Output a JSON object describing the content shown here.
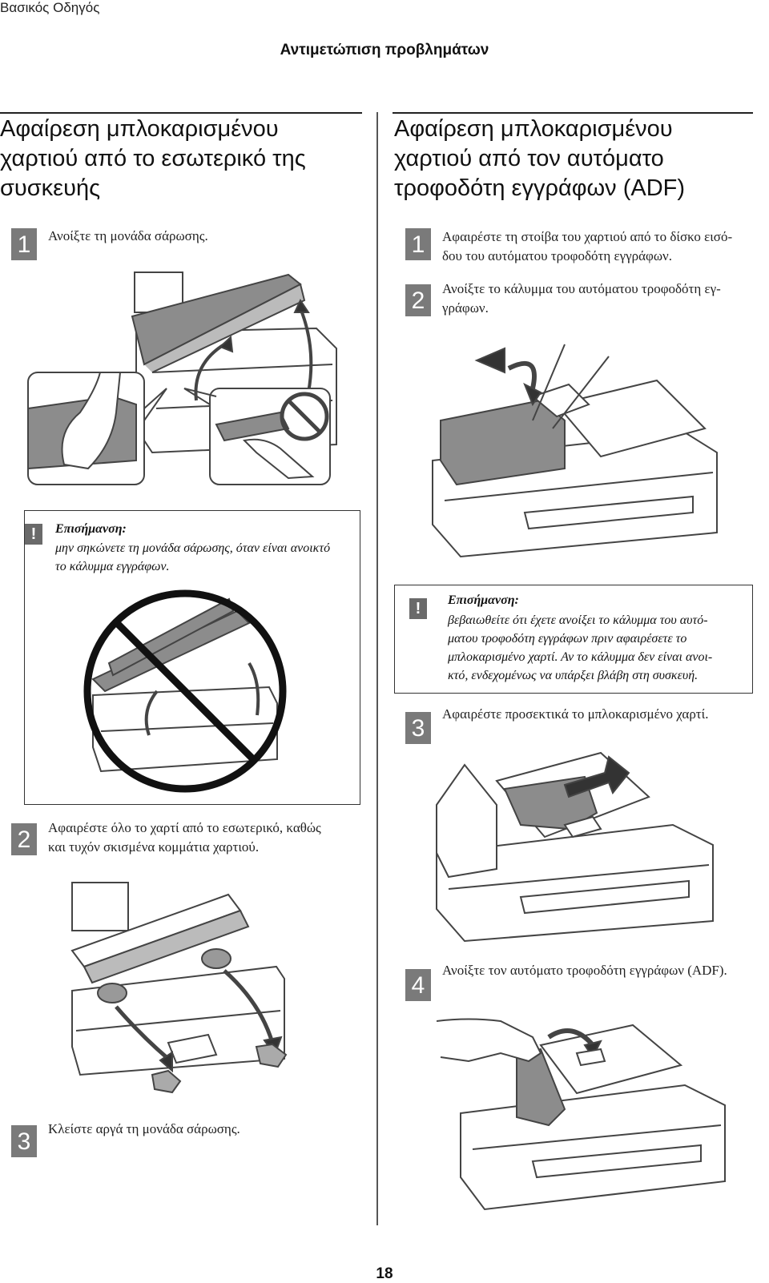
{
  "header": {
    "guide_name": "Βασικός Οδηγός",
    "chapter": "Αντιμετώπιση προβλημάτων"
  },
  "left": {
    "title": [
      "Αφαίρεση μπλοκαρισμένου",
      "χαρτιού από το εσωτερικό της",
      "συσκευής"
    ],
    "steps": [
      {
        "num": "1",
        "lines": [
          "Ανοίξτε τη μονάδα σάρωσης."
        ]
      },
      {
        "num": "2",
        "lines": [
          "Αφαιρέστε όλο το χαρτί από το εσωτερικό, καθώς",
          "και τυχόν σκισμένα κομμάτια χαρτιού."
        ]
      },
      {
        "num": "3",
        "lines": [
          "Κλείστε αργά τη μονάδα σάρωσης."
        ]
      }
    ],
    "note": {
      "icon": "!",
      "title": "Επισήμανση:",
      "lines": [
        "μην σηκώνετε τη μονάδα σάρωσης, όταν είναι ανοικτό",
        "το κάλυμμα εγγράφων."
      ]
    }
  },
  "right": {
    "title": [
      "Αφαίρεση μπλοκαρισμένου",
      "χαρτιού από τον αυτόματο",
      "τροφοδότη εγγράφων (ADF)"
    ],
    "steps": [
      {
        "num": "1",
        "lines": [
          "Αφαιρέστε τη στοίβα του χαρτιού από το δίσκο εισό-",
          "δου του αυτόματου τροφοδότη εγγράφων."
        ]
      },
      {
        "num": "2",
        "lines": [
          "Ανοίξτε το κάλυμμα του αυτόματου τροφοδότη εγ-",
          "γράφων."
        ]
      },
      {
        "num": "3",
        "lines": [
          "Αφαιρέστε προσεκτικά το μπλοκαρισμένο χαρτί."
        ]
      },
      {
        "num": "4",
        "lines": [
          "Ανοίξτε τον αυτόματο τροφοδότη εγγράφων (ADF)."
        ]
      }
    ],
    "note": {
      "icon": "!",
      "title": "Επισήμανση:",
      "lines": [
        "βεβαιωθείτε ότι έχετε ανοίξει το κάλυμμα του αυτό-",
        "ματου τροφοδότη εγγράφων πριν αφαιρέσετε το",
        "μπλοκαρισμένο χαρτί. Αν το κάλυμμα δεν είναι ανοι-",
        "κτό, ενδεχομένως να υπάρξει βλάβη στη συσκευή."
      ]
    }
  },
  "footer": {
    "page_number": "18"
  },
  "colors": {
    "step_box": "#7a7a7a",
    "illustration_fill": "#8c8c8c",
    "line": "#333333"
  }
}
